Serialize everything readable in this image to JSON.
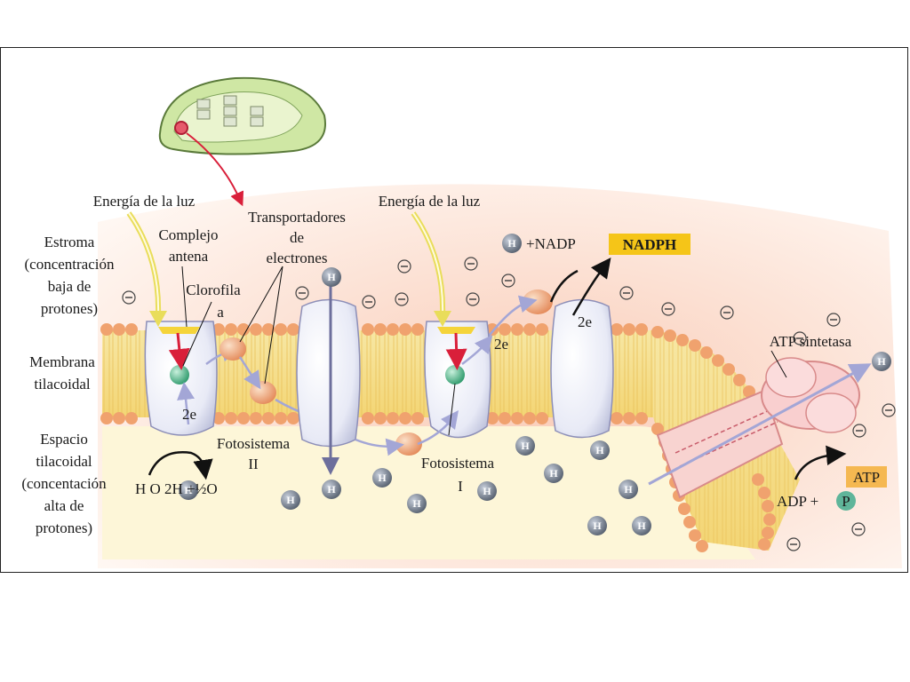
{
  "labels": {
    "energia_luz_1": "Energía de la luz",
    "energia_luz_2": "Energía de la luz",
    "estroma": [
      "Estroma",
      "(concentración",
      "baja de",
      "protones)"
    ],
    "complejo_antena": [
      "Complejo",
      "antena"
    ],
    "clorofila": [
      "Clorofila",
      "a"
    ],
    "transportadores": [
      "Transportadores",
      "de",
      "electrones"
    ],
    "membrana": [
      "Membrana",
      "tilacoidal"
    ],
    "espacio": [
      "Espacio",
      "tilacoidal",
      "(concentación",
      "alta de",
      "protones)"
    ],
    "fotosistema_2": [
      "Fotosistema",
      "II"
    ],
    "fotosistema_1": [
      "Fotosistema",
      "I"
    ],
    "atp_sintetasa": "ATP sintetasa",
    "water_split": "H O 2H +½O",
    "nadp": "+NADP",
    "nadph": "NADPH",
    "atp": "ATP",
    "adp": "ADP +",
    "phosphate": "P",
    "two_e_1": "2e",
    "two_e_2": "2e",
    "two_e_3": "2e",
    "h": "H",
    "minus": "⊖"
  },
  "colors": {
    "stroma": "#fbd9c6",
    "lumen": "#fdf6d2",
    "membrane_core": "#f6e08e",
    "lipid_head": "#f0a26e",
    "protein": "#eef0fa",
    "proton": "#6f7a8c",
    "highlight": "#f5c518",
    "atp_highlight": "#f5b851",
    "arrow_red": "#d91f3a",
    "arrow_light": "#f1ea7a"
  }
}
